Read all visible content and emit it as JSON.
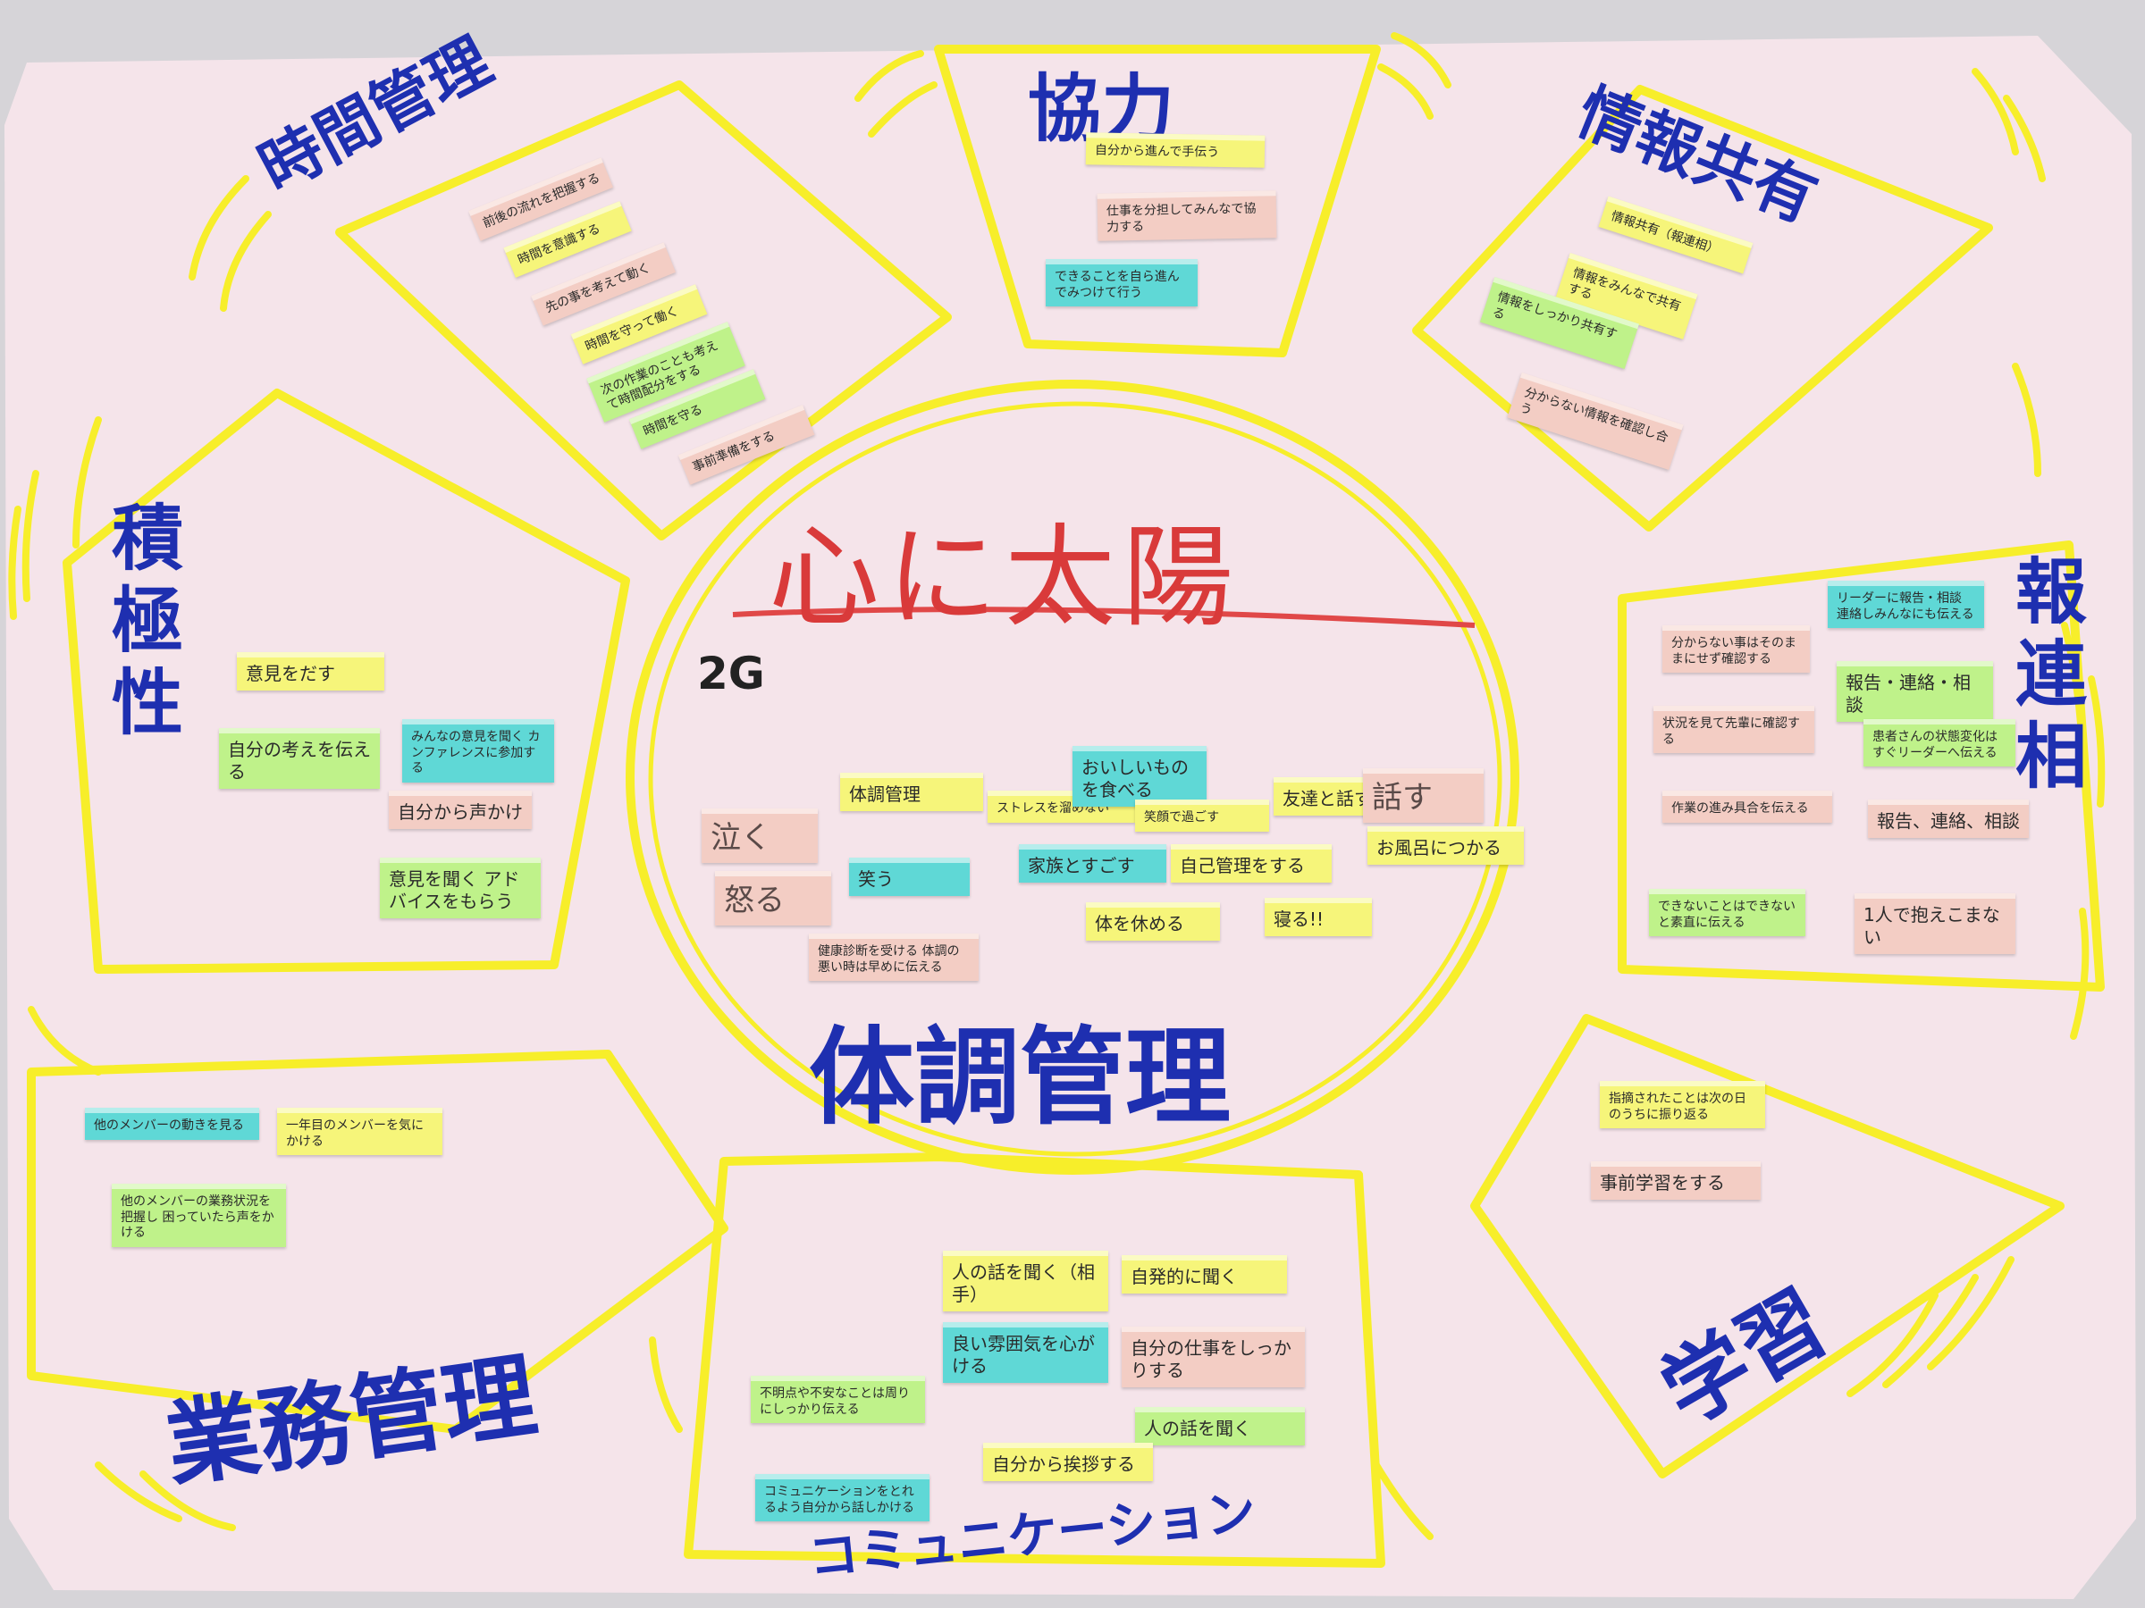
{
  "poster": {
    "title": "心に太陽",
    "group": "2G",
    "colors": {
      "paper": "#f5e4ea",
      "outline": "#f7ee2a",
      "heading": "#1e2fb0",
      "title": "#d93a3a"
    }
  },
  "sections": {
    "time_management": {
      "heading": "時間管理",
      "notes": [
        "前後の流れを把握する",
        "時間を意識する",
        "先の事を考えて動く",
        "時間を守って働く",
        "次の作業のことも考えて時間配分をする",
        "時間を守る",
        "事前準備をする"
      ]
    },
    "cooperation": {
      "heading": "協力",
      "notes": [
        "自分から進んで手伝う",
        "仕事を分担してみんなで協力する",
        "できることを自ら進んでみつけて行う"
      ]
    },
    "info_sharing": {
      "heading": "情報共有",
      "notes": [
        "情報共有（報連相）",
        "情報をみんなで共有する",
        "情報をしっかり共有する",
        "分からない情報を確認し合う"
      ]
    },
    "proactiveness": {
      "heading": "積極性",
      "notes": [
        "意見をだす",
        "自分の考えを伝える",
        "みんなの意見を聞く カンファレンスに参加する",
        "自分から声かけ",
        "意見を聞く アドバイスをもらう"
      ]
    },
    "center": {
      "heading": "体調管理",
      "notes": [
        "泣く",
        "怒る",
        "体調管理",
        "笑う",
        "ストレスを溜めない",
        "おいしいものを食べる",
        "家族とすごす",
        "笑顔で過ごす",
        "友達と話す",
        "話す",
        "自己管理をする",
        "お風呂につかる",
        "体を休める",
        "寝る!!",
        "健康診断を受ける 体調の悪い時は早めに伝える"
      ]
    },
    "hourensou": {
      "heading": "報連相",
      "notes": [
        "分からない事はそのままにせず確認する",
        "リーダーに報告・相談 連絡しみんなにも伝える",
        "報告・連絡・相談",
        "患者さんの状態変化はすぐリーダーへ伝える",
        "報告、連絡、相談",
        "できないことはできないと素直に伝える",
        "1人で抱えこまない",
        "状況を見て先輩に確認する",
        "作業の進み具合を伝える"
      ]
    },
    "learning": {
      "heading": "学習",
      "notes": [
        "指摘されたことは次の日のうちに振り返る",
        "事前学習をする"
      ]
    },
    "work_management": {
      "heading": "業務管理",
      "notes": [
        "他のメンバーの動きを見る",
        "一年目のメンバーを気にかける",
        "他のメンバーの業務状況を把握し 困っていたら声をかける"
      ]
    },
    "communication": {
      "heading": "コミュニケーション",
      "notes": [
        "人の話を聞く（相手）",
        "自発的に聞く",
        "良い雰囲気を心がける",
        "自分の仕事をしっかりする",
        "不明点や不安なことは周りにしっかり伝える",
        "人の話を聞く",
        "自分から挨拶する",
        "コミュニケーションをとれるよう自分から話しかける"
      ]
    }
  }
}
